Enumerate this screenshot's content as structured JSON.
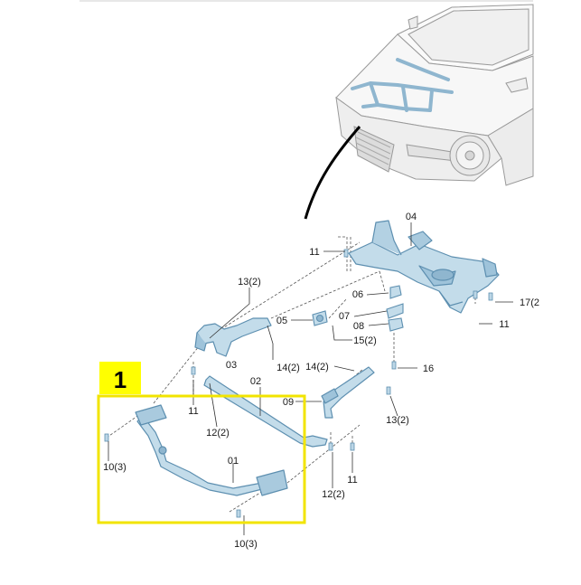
{
  "diagram": {
    "group_label": "1",
    "colors": {
      "part_fill": "#c3dcea",
      "part_stroke": "#5d8fb0",
      "part_shade": "#8fb6cf",
      "car_stroke": "#9a9a9a",
      "car_fill": "#f4f4f4",
      "highlight_frame": "#f2e400",
      "label_bg": "#ffff00",
      "callout_line": "#333333",
      "text": "#1a1a1a"
    },
    "callouts": [
      {
        "id": "01",
        "text": "01"
      },
      {
        "id": "02",
        "text": "02"
      },
      {
        "id": "03",
        "text": "03"
      },
      {
        "id": "04",
        "text": "04"
      },
      {
        "id": "05",
        "text": "05"
      },
      {
        "id": "06",
        "text": "06"
      },
      {
        "id": "07",
        "text": "07"
      },
      {
        "id": "08",
        "text": "08"
      },
      {
        "id": "09",
        "text": "09"
      },
      {
        "id": "10a",
        "text": "10(3)"
      },
      {
        "id": "10b",
        "text": "10(3)"
      },
      {
        "id": "11a",
        "text": "11"
      },
      {
        "id": "11b",
        "text": "11"
      },
      {
        "id": "11c",
        "text": "11"
      },
      {
        "id": "11d",
        "text": "11"
      },
      {
        "id": "12a",
        "text": "12(2)"
      },
      {
        "id": "12b",
        "text": "12(2)"
      },
      {
        "id": "13a",
        "text": "13(2)"
      },
      {
        "id": "13b",
        "text": "13(2)"
      },
      {
        "id": "14a",
        "text": "14(2)"
      },
      {
        "id": "14b",
        "text": "14(2)"
      },
      {
        "id": "15",
        "text": "15(2)"
      },
      {
        "id": "16",
        "text": "16"
      },
      {
        "id": "17",
        "text": "17(2"
      }
    ]
  }
}
